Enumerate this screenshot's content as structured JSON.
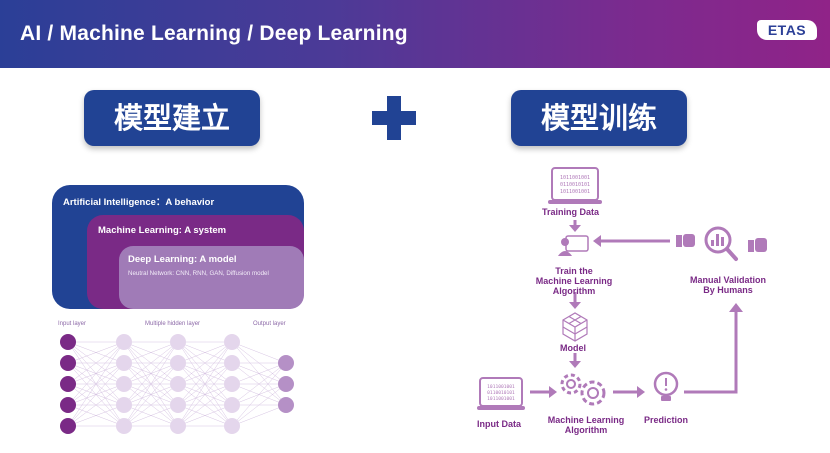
{
  "header": {
    "title": "AI / Machine Learning / Deep Learning",
    "logo_text": "ETAS"
  },
  "pills": {
    "left": "模型建立",
    "right": "模型训练"
  },
  "boxes": {
    "ai": "Artificial Intelligence：A behavior",
    "ml": "Machine Learning: A system",
    "dl": "Deep Learning: A model",
    "dl_sub": "Neutral Network:  CNN, RNN, GAN, Diffusion model"
  },
  "nn": {
    "input": "Input layer",
    "hidden": "Multiple hidden layer",
    "output": "Output layer"
  },
  "flow": {
    "training_data": "Training Data",
    "train_line1": "Train the",
    "train_line2": "Machine Learning",
    "train_line3": "Algorithm",
    "manual_line1": "Manual Validation",
    "manual_line2": "By Humans",
    "model": "Model",
    "input_data": "Input Data",
    "mla_line1": "Machine Learning",
    "mla_line2": "Algorithm",
    "prediction": "Prediction"
  },
  "colors": {
    "navy": "#214394",
    "purple": "#7a2a86",
    "light_purple": "#a07bb7",
    "flow_purple": "#b07ab9"
  }
}
